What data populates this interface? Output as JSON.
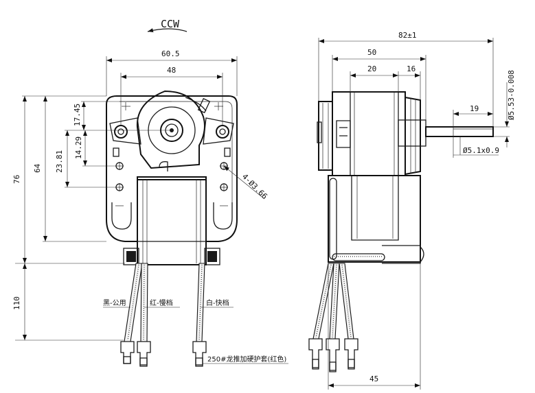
{
  "rotation": {
    "label": "CCW"
  },
  "front_view": {
    "dims": {
      "overall_width": "60.5",
      "hole_spacing": "48",
      "height_a": "17.45",
      "height_b": "14.29",
      "height_c": "23.81",
      "height_d": "64",
      "overall_height": "76",
      "lead_length": "110",
      "mount_holes": "4-Ø3.66"
    },
    "wire_labels": {
      "black_common": "黑-公用",
      "red_low": "红-慢档",
      "white_fast": "白-快档",
      "terminal": "250#龙推加硬护套(红色)"
    }
  },
  "side_view": {
    "dims": {
      "overall_length": "82±1",
      "body_length": "50",
      "len_20": "20",
      "len_16": "16",
      "shaft_length": "19",
      "shaft_dia": "Ø5.53-0.008",
      "flat": "Ø5.1x0.9",
      "base_width": "45"
    }
  }
}
